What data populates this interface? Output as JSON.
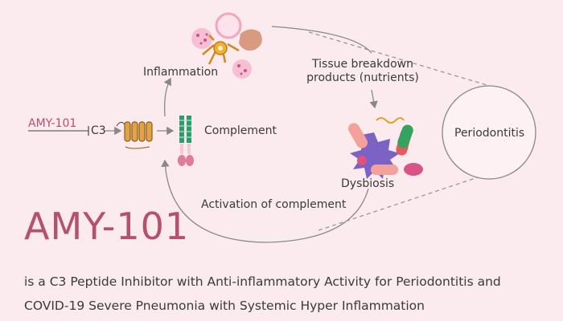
{
  "diagram": {
    "drug": "AMY-101",
    "c3": "C3",
    "complement": "Complement",
    "inflammation": "Inflammation",
    "tissue_breakdown_line1": "Tissue breakdown",
    "tissue_breakdown_line2": "products (nutrients)",
    "dysbiosis": "Dysbiosis",
    "periodontitis": "Periodontitis",
    "activation": "Activation of complement"
  },
  "headline": "AMY-101",
  "description": {
    "line1": "is a C3 Peptide Inhibitor with Anti-inflammatory Activity for Periodontitis and",
    "line2": "COVID-19 Severe Pneumonia with Systemic Hyper Inflammation"
  },
  "colors": {
    "background": "#fbeaee",
    "accent": "#b5506d",
    "arrow": "#888888",
    "text": "#3a3a3a"
  }
}
